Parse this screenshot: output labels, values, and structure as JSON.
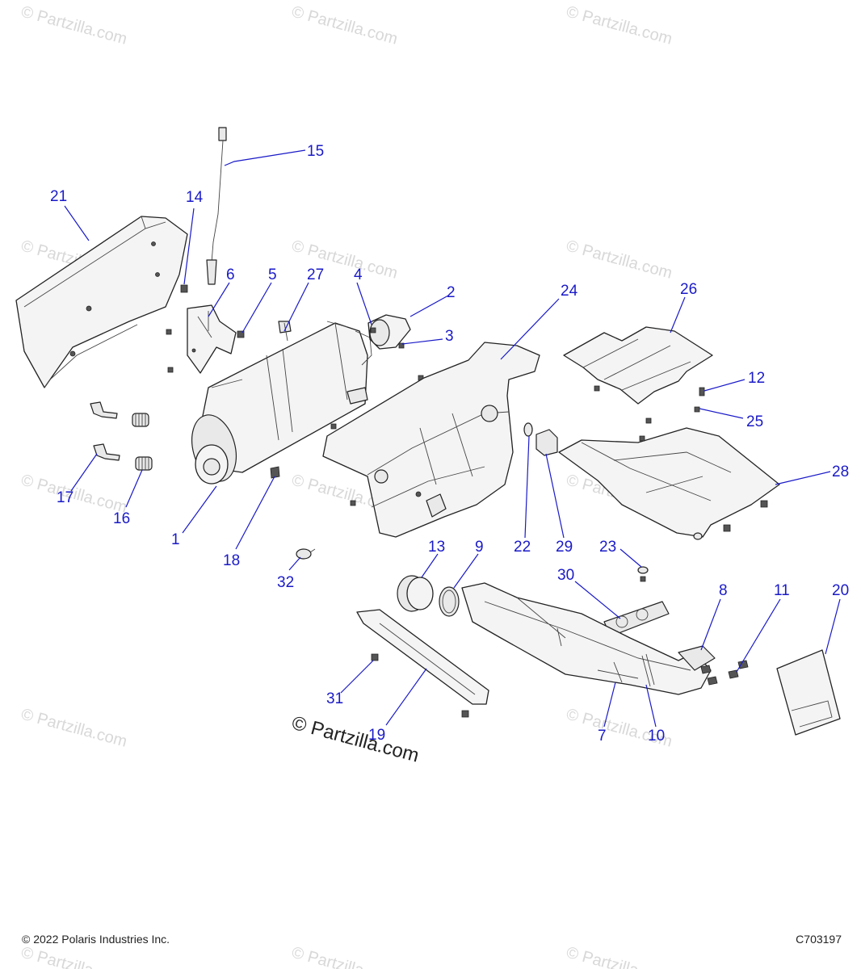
{
  "watermark": {
    "text": "© Partzilla.com"
  },
  "center_mark": {
    "text": "© Partzilla.com"
  },
  "footer": {
    "copyright": "© 2022 Polaris Industries Inc.",
    "diagram_code": "C703197"
  },
  "callouts": {
    "c1": "1",
    "c2": "2",
    "c3": "3",
    "c4": "4",
    "c5": "5",
    "c6": "6",
    "c7": "7",
    "c8": "8",
    "c9": "9",
    "c10": "10",
    "c11": "11",
    "c12": "12",
    "c13": "13",
    "c14": "14",
    "c15": "15",
    "c16": "16",
    "c17": "17",
    "c18": "18",
    "c19": "19",
    "c20": "20",
    "c21": "21",
    "c22": "22",
    "c23": "23",
    "c24": "24",
    "c25": "25",
    "c26": "26",
    "c27": "27",
    "c28": "28",
    "c29": "29",
    "c30": "30",
    "c31": "31",
    "c32": "32"
  },
  "colors": {
    "callout": "#1a1ac8",
    "line_art": "#222222",
    "watermark": "#d8d8d8"
  }
}
